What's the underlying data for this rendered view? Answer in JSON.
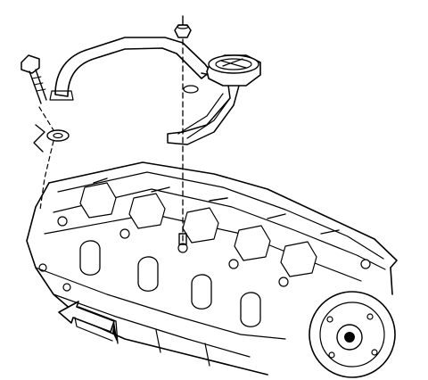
{
  "diagram": {
    "kind": "exploded-view line illustration",
    "components": [
      {
        "name": "bolt",
        "icon": "bolt-icon"
      },
      {
        "name": "washer",
        "icon": "washer-icon"
      },
      {
        "name": "oil-fill-tube",
        "icon": "tube-icon"
      },
      {
        "name": "oil-fill-cap-neck",
        "icon": "cap-icon"
      },
      {
        "name": "nut",
        "icon": "nut-icon"
      },
      {
        "name": "stud-centerline",
        "icon": "dash-line-icon"
      },
      {
        "name": "cylinder-head",
        "icon": "engine-icon"
      },
      {
        "name": "flywheel-hub",
        "icon": "hub-icon"
      },
      {
        "name": "front-direction-arrow",
        "icon": "arrow-left-icon"
      }
    ],
    "colors": {
      "line": "#000000",
      "background": "#ffffff"
    }
  }
}
